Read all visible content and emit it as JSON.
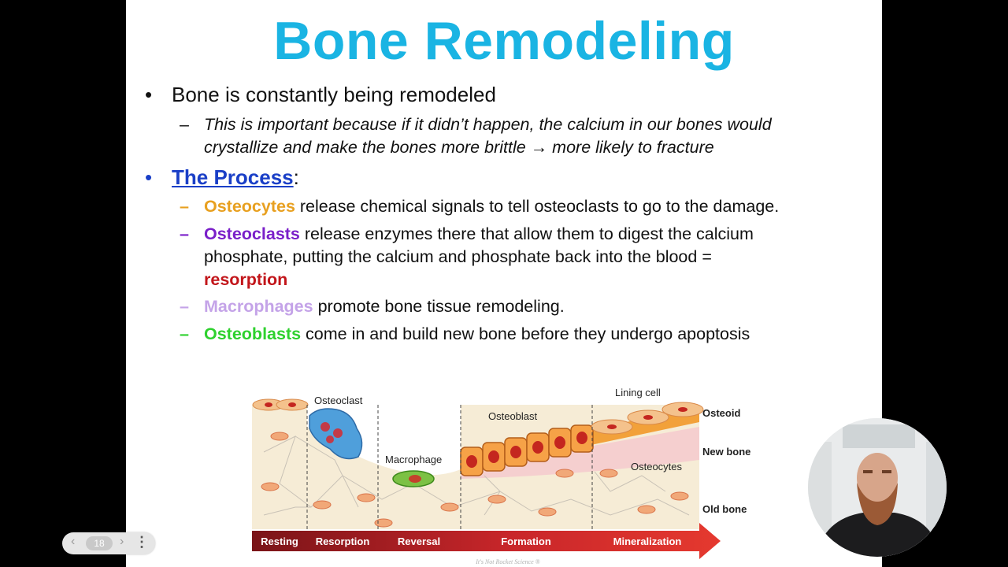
{
  "slide": {
    "title": "Bone Remodeling",
    "bullet1": "Bone is constantly being remodeled",
    "sub1_line1": "This is important because if it didn’t happen, the calcium in our bones would",
    "sub1_line2": "crystallize and make the bones more brittle",
    "sub1_arrow": "→",
    "sub1_line2b": "more likely to fracture",
    "process_label": "The Process",
    "process_colon": ":",
    "items": [
      {
        "term": "Osteocytes",
        "rest": " release chemical signals to tell osteoclasts to go to the damage."
      },
      {
        "term": "Osteoclasts",
        "rest": " release enzymes there that allow them to digest the calcium phosphate, putting the calcium and phosphate back into the blood =",
        "extra": "resorption"
      },
      {
        "term": "Macrophages",
        "rest": " promote bone tissue remodeling."
      },
      {
        "term": "Osteoblasts",
        "rest": " come in and build new bone before they undergo apoptosis"
      }
    ]
  },
  "diagram": {
    "labels": {
      "osteoclast": "Osteoclast",
      "macrophage": "Macrophage",
      "osteoblast": "Osteoblast",
      "lining_cell": "Lining cell",
      "osteoid": "Osteoid",
      "new_bone": "New bone",
      "osteocytes": "Osteocytes",
      "old_bone": "Old bone"
    },
    "stages": [
      "Resting",
      "Resorption",
      "Reversal",
      "Formation",
      "Mineralization"
    ],
    "credit": "It's Not Rocket Science ®"
  },
  "nav": {
    "page": "18",
    "prev": "‹",
    "next": "›",
    "menu": "⋮"
  },
  "colors": {
    "title": "#1ab4e3",
    "osteocytes": "#e8a020",
    "osteoclasts": "#7a1fc9",
    "resorption": "#c2151a",
    "macrophages": "#c4a3e8",
    "osteoblasts": "#2ed12e"
  }
}
